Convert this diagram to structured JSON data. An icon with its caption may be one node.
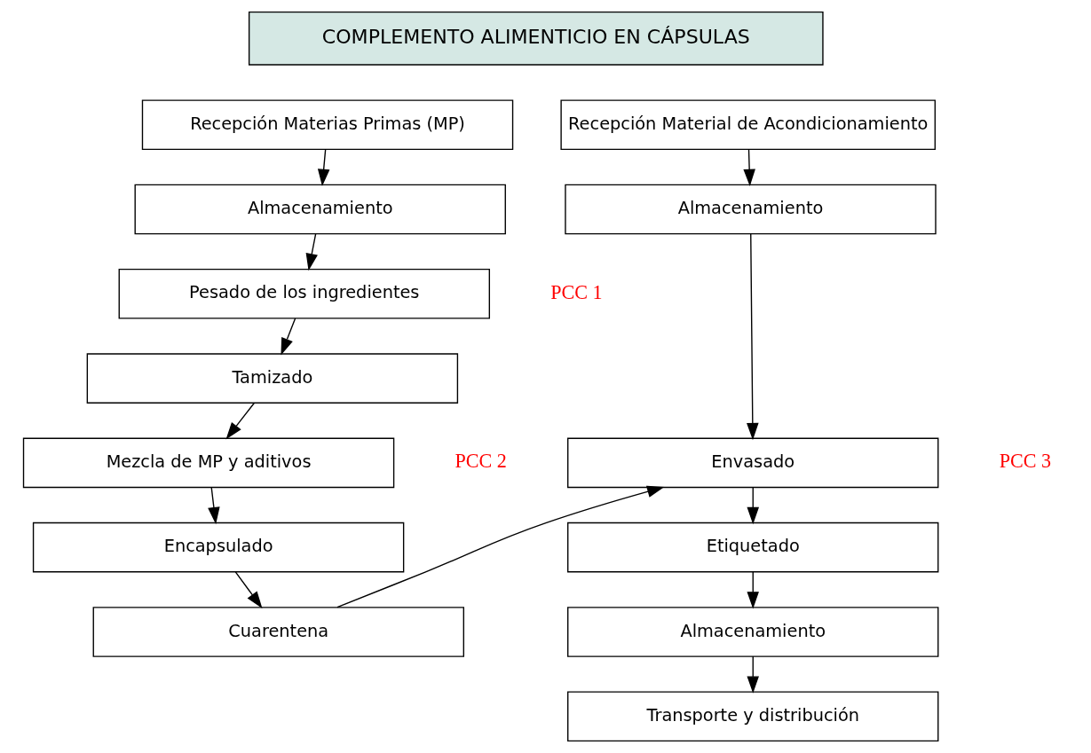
{
  "diagram": {
    "nodes": [
      {
        "text": [
          "COMPLEMENTO ALIMENTICIO EN CÁPSULAS"
        ]
      },
      {
        "text": [
          "Recepción Materias Primas (MP)"
        ]
      },
      {
        "text": [
          "Almacenamiento"
        ]
      },
      {
        "text": [
          "Pesado de los ingredientes"
        ],
        "beside": [
          "PCC 1"
        ]
      },
      {
        "text": [
          "Tamizado"
        ]
      },
      {
        "text": [
          "Mezcla de MP y aditivos"
        ],
        "beside": [
          "PCC 2"
        ]
      },
      {
        "text": [
          "Encapsulado"
        ]
      },
      {
        "text": [
          "Cuarentena"
        ]
      },
      {
        "text": [
          "Recepción Material de Acondicionamiento"
        ]
      },
      {
        "text": [
          "Almacenamiento"
        ]
      },
      {
        "text": [
          "Envasado"
        ],
        "beside": [
          "PCC 3"
        ]
      },
      {
        "text": [
          "Etiquetado"
        ]
      },
      {
        "text": [
          "Almacenamiento"
        ]
      },
      {
        "text": [
          "Transporte y distribución"
        ]
      }
    ],
    "edges": [
      {
        "from": 1,
        "to": 2,
        "arrow": "to"
      },
      {
        "from": 2,
        "to": 3,
        "arrow": "to"
      },
      {
        "from": 3,
        "to": 4,
        "arrow": "to"
      },
      {
        "from": 4,
        "to": 5,
        "arrow": "to"
      },
      {
        "from": 5,
        "to": 6,
        "arrow": "to"
      },
      {
        "from": 6,
        "to": 7,
        "arrow": "to"
      },
      {
        "from": 7,
        "to": 10,
        "arrow": "to"
      },
      {
        "from": 8,
        "to": 9,
        "arrow": "to"
      },
      {
        "from": 9,
        "to": 10,
        "arrow": "to"
      },
      {
        "from": 10,
        "to": 11,
        "arrow": "to"
      },
      {
        "from": 11,
        "to": 12,
        "arrow": "to"
      },
      {
        "from": 12,
        "to": 13,
        "arrow": "to"
      }
    ]
  }
}
